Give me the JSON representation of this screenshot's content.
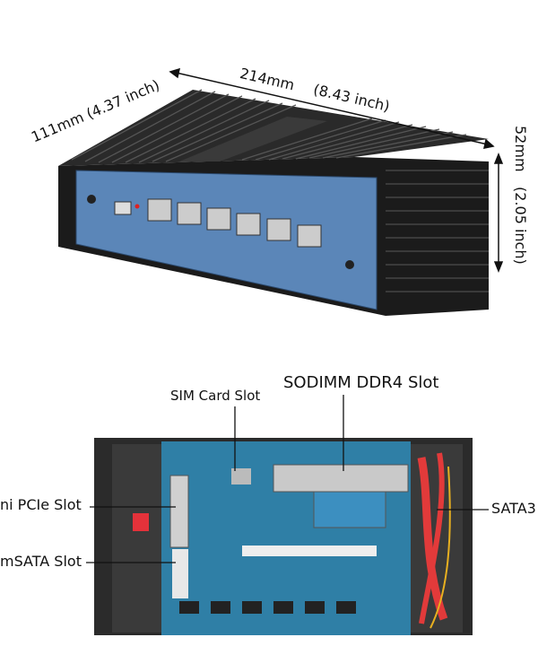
{
  "dimensions": {
    "length": "214mm",
    "length_inch": "(8.43 inch)",
    "depth": "111mm (4.37 inch)",
    "height": "52mm",
    "height_inch": "(2.05 inch)"
  },
  "callouts": {
    "sim": "SIM Card Slot",
    "sodimm": "SODIMM DDR4 Slot",
    "minipcie": "ni PCIe Slot",
    "msata": "mSATA Slot",
    "sata": "SATA3"
  },
  "colors": {
    "panel": "#5b86b8",
    "heatsink": "#1a1a1a",
    "pcb": "#2f7fa6",
    "cable": "#e23a3a"
  }
}
